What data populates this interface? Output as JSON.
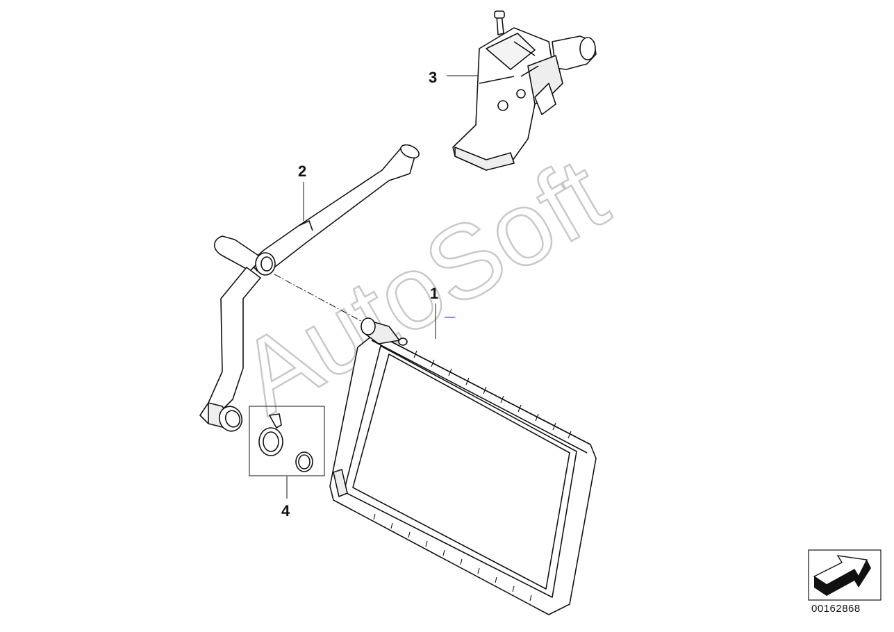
{
  "diagram": {
    "callouts": [
      {
        "id": "1",
        "label": "1"
      },
      {
        "id": "2",
        "label": "2"
      },
      {
        "id": "3",
        "label": "3"
      },
      {
        "id": "4",
        "label": "4"
      }
    ],
    "watermark": "AutoSoft",
    "document_number": "00162868",
    "nav_icon": "forward-arrow-icon"
  }
}
